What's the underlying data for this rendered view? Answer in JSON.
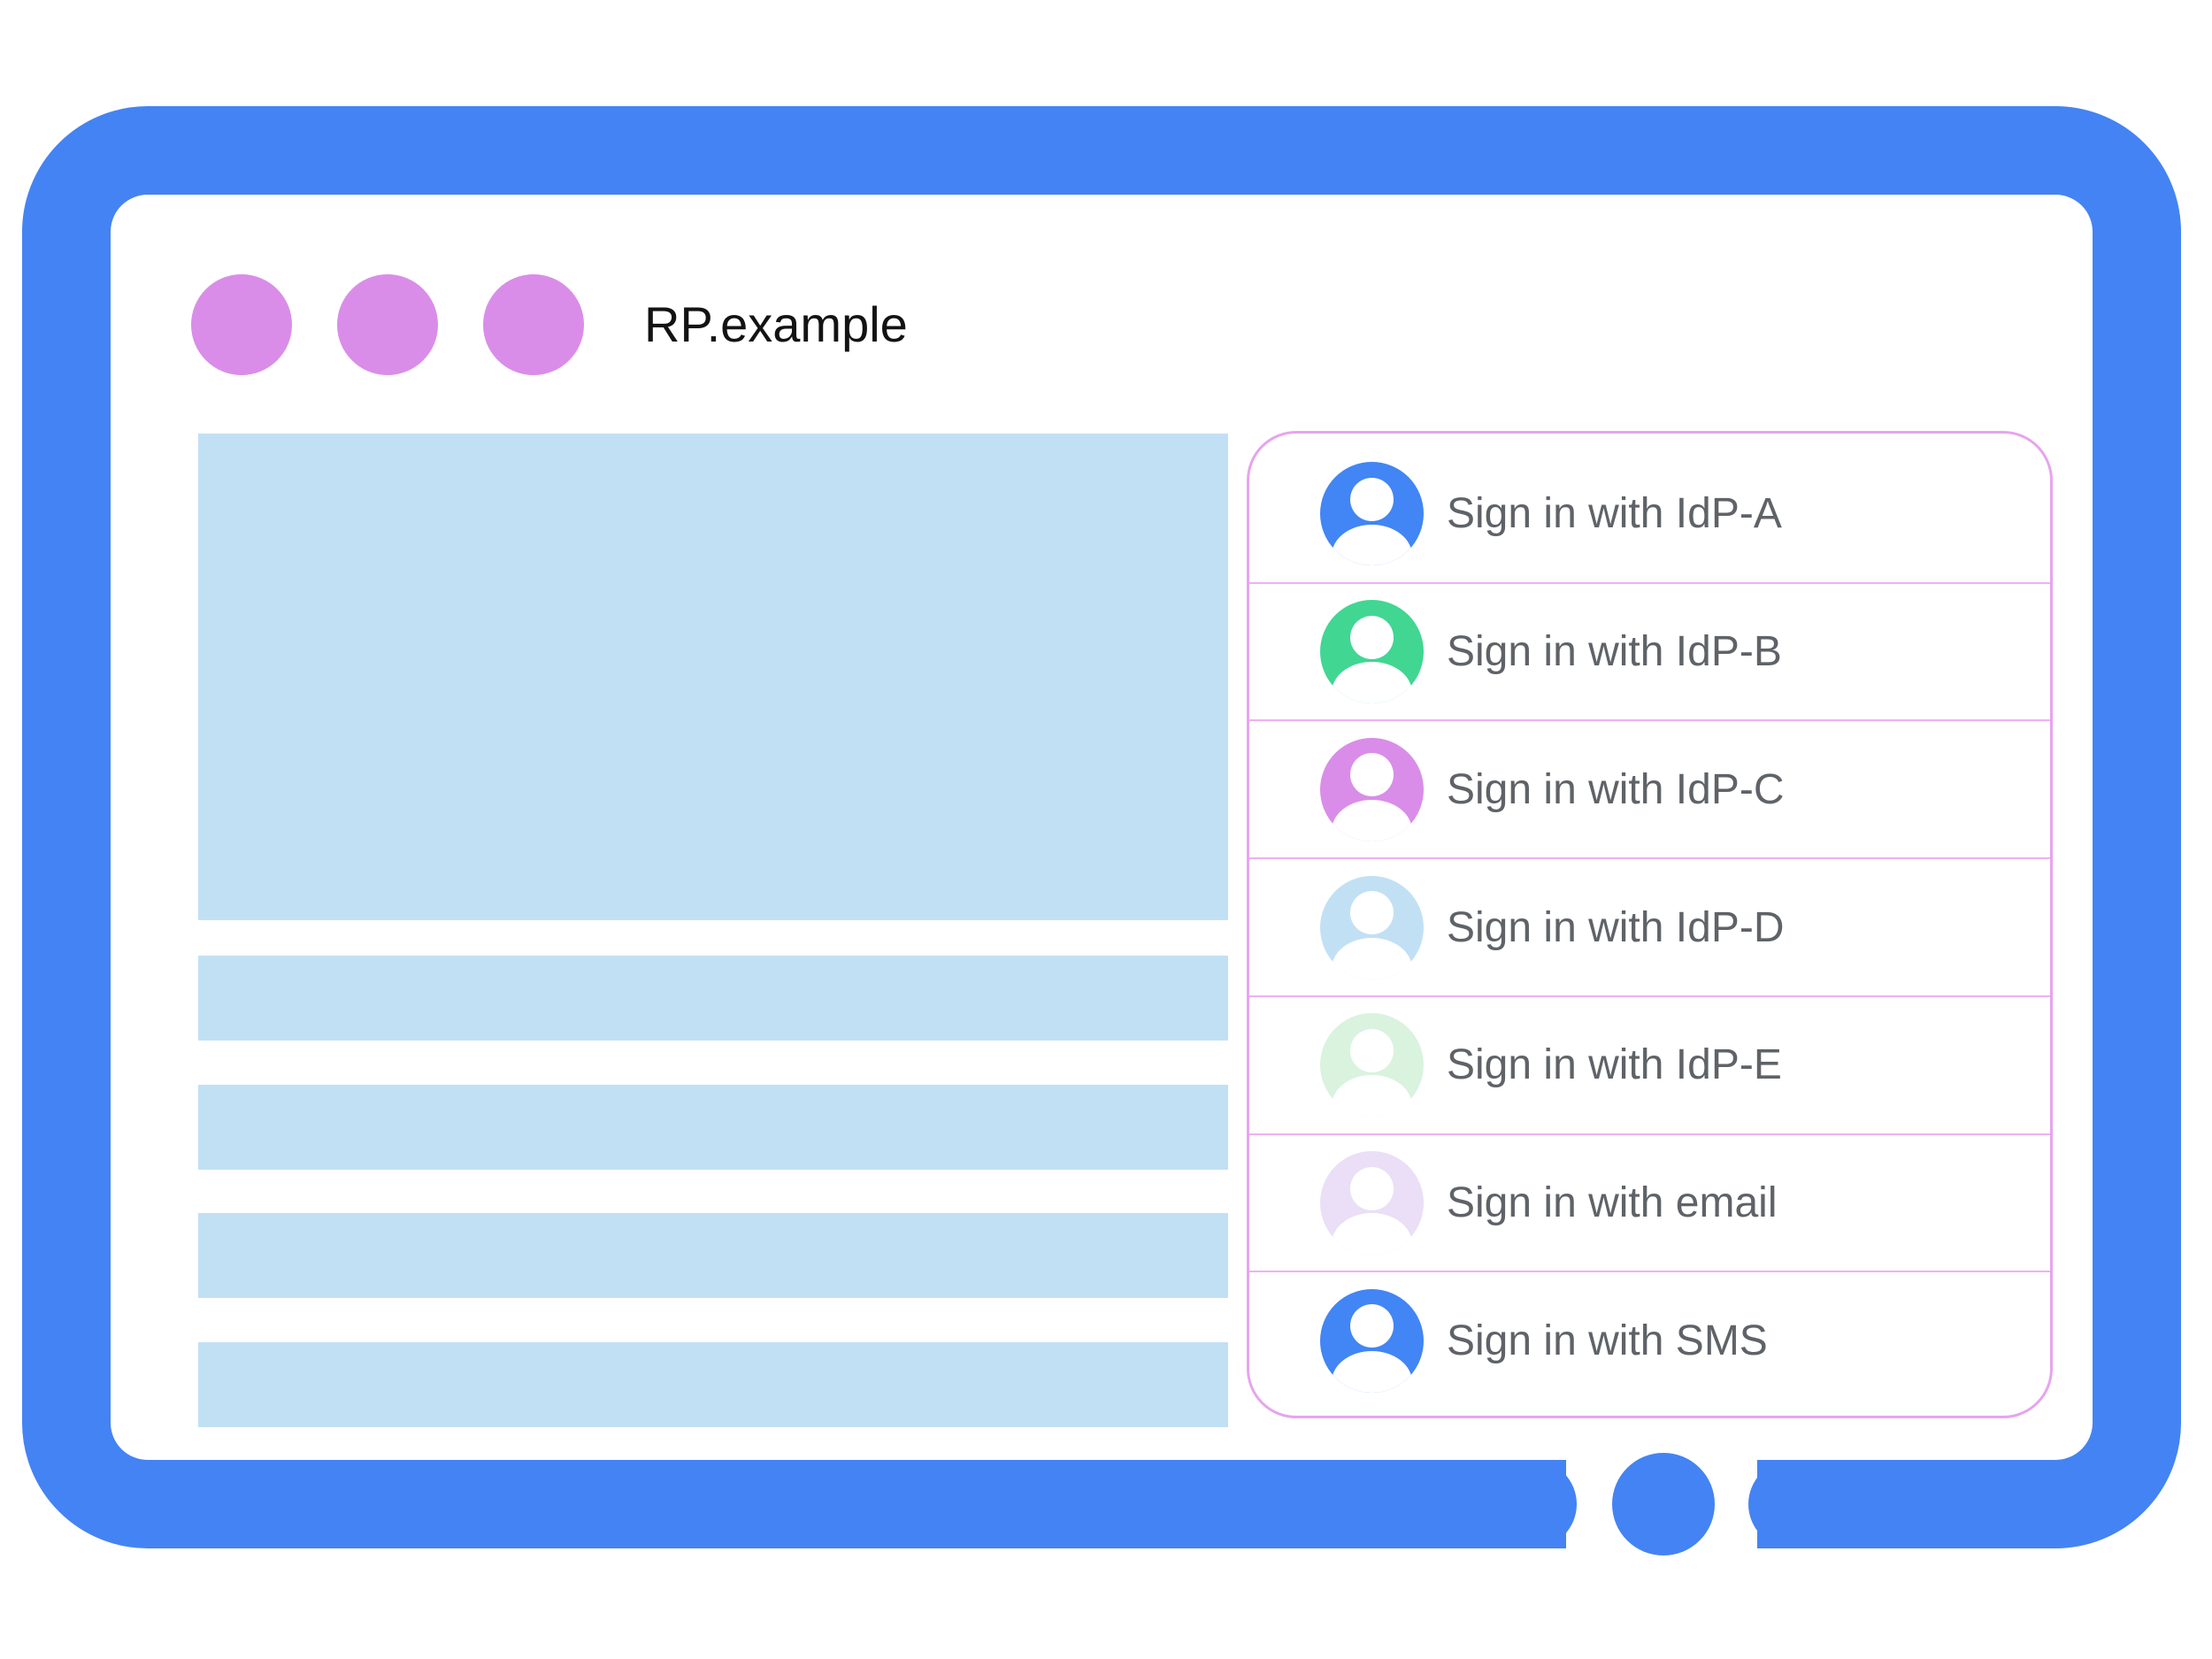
{
  "window": {
    "title": "RP.example",
    "dot_count": 3
  },
  "colors": {
    "frame_blue": "#4483f3",
    "window_dot_purple": "#d98de8",
    "placeholder_light_blue": "#c2e0f4",
    "panel_border_pink": "#e7a4ee",
    "divider_pink": "#efb0f2",
    "label_gray": "#5f6368",
    "title_black": "#131313",
    "screen_white": "#ffffff"
  },
  "signin_panel": {
    "items": [
      {
        "label": "Sign in with IdP-A",
        "avatar_color": "#4285f4"
      },
      {
        "label": "Sign in with IdP-B",
        "avatar_color": "#41d692"
      },
      {
        "label": "Sign in with IdP-C",
        "avatar_color": "#d98de8"
      },
      {
        "label": "Sign in with IdP-D",
        "avatar_color": "#c2e0f4"
      },
      {
        "label": "Sign in with IdP-E",
        "avatar_color": "#d9f3de"
      },
      {
        "label": "Sign in with email",
        "avatar_color": "#eadff6"
      },
      {
        "label": "Sign in with SMS",
        "avatar_color": "#4285f4"
      }
    ]
  }
}
